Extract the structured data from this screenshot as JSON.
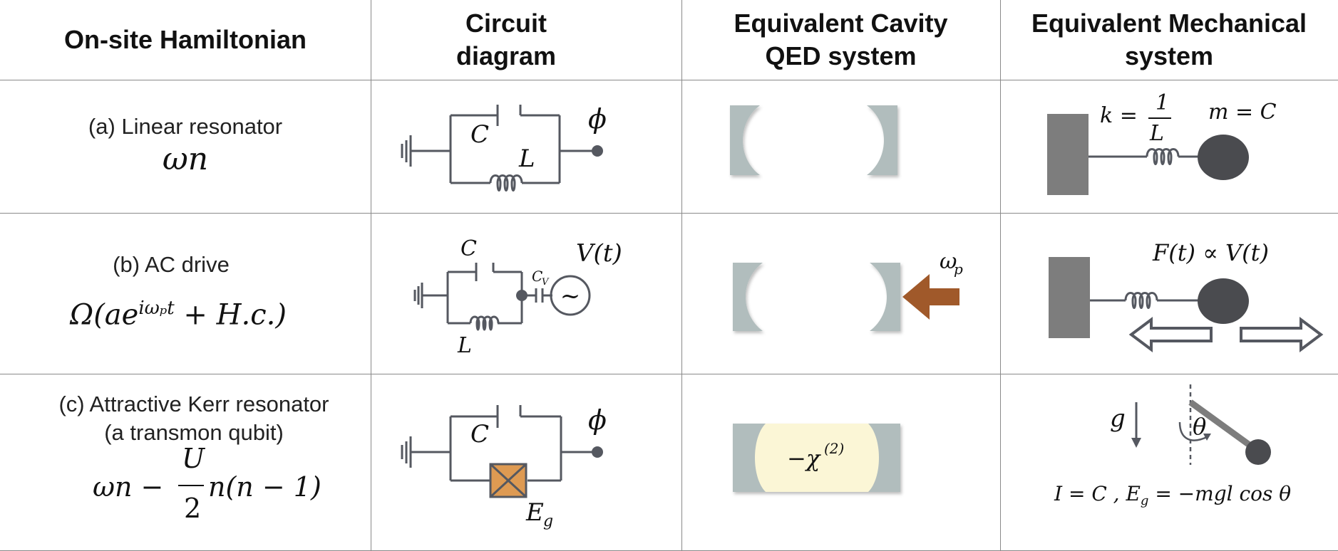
{
  "headers": {
    "col1": "On-site Hamiltonian",
    "col2": "Circuit diagram",
    "col3": "Equivalent Cavity QED system",
    "col4": "Equivalent Mechanical system"
  },
  "rows": [
    {
      "label": "(a) Linear resonator",
      "hamiltonian": "ωn",
      "circuit": {
        "C": "C",
        "L": "L",
        "node": "ϕ"
      },
      "mechanical": {
        "k": "k =",
        "k_num": "1",
        "k_den": "L",
        "m": "m = C"
      }
    },
    {
      "label": "(b) AC drive",
      "hamiltonian_main": "Ω(ae",
      "hamiltonian_sup": "iωₚt",
      "hamiltonian_tail": " + H.c.)",
      "circuit": {
        "C": "C",
        "L": "L",
        "Cv": "C",
        "Cv_sub": "V",
        "V": "V(t)",
        "source": "~"
      },
      "cavity": {
        "drive": "ω",
        "drive_sub": "p"
      },
      "mechanical": {
        "force": "F(t) ∝ V(t)"
      }
    },
    {
      "label": "(c) Attractive Kerr resonator",
      "label2": "(a transmon qubit)",
      "hamiltonian_pre": "ωn −",
      "hamiltonian_num": "U",
      "hamiltonian_den": "2",
      "hamiltonian_post": "n(n − 1)",
      "circuit": {
        "C": "C",
        "Eg": "E",
        "Eg_sub": "g",
        "node": "ϕ"
      },
      "cavity": {
        "chi": "−χ",
        "chi_sup": "(2)"
      },
      "mechanical": {
        "g": "g",
        "theta": "θ",
        "eq": "I = C , E",
        "eq_sub": "g",
        "eq_tail": " = −mgl cos θ"
      }
    }
  ],
  "colors": {
    "line": "#555860",
    "cavity_mirror": "#b1bdbd",
    "wall": "#7d7d7d",
    "mass": "#4a4b4f",
    "drive_arrow": "#a0592a",
    "junction": "#de9a52",
    "kerr_fill": "#fbf6d6"
  }
}
